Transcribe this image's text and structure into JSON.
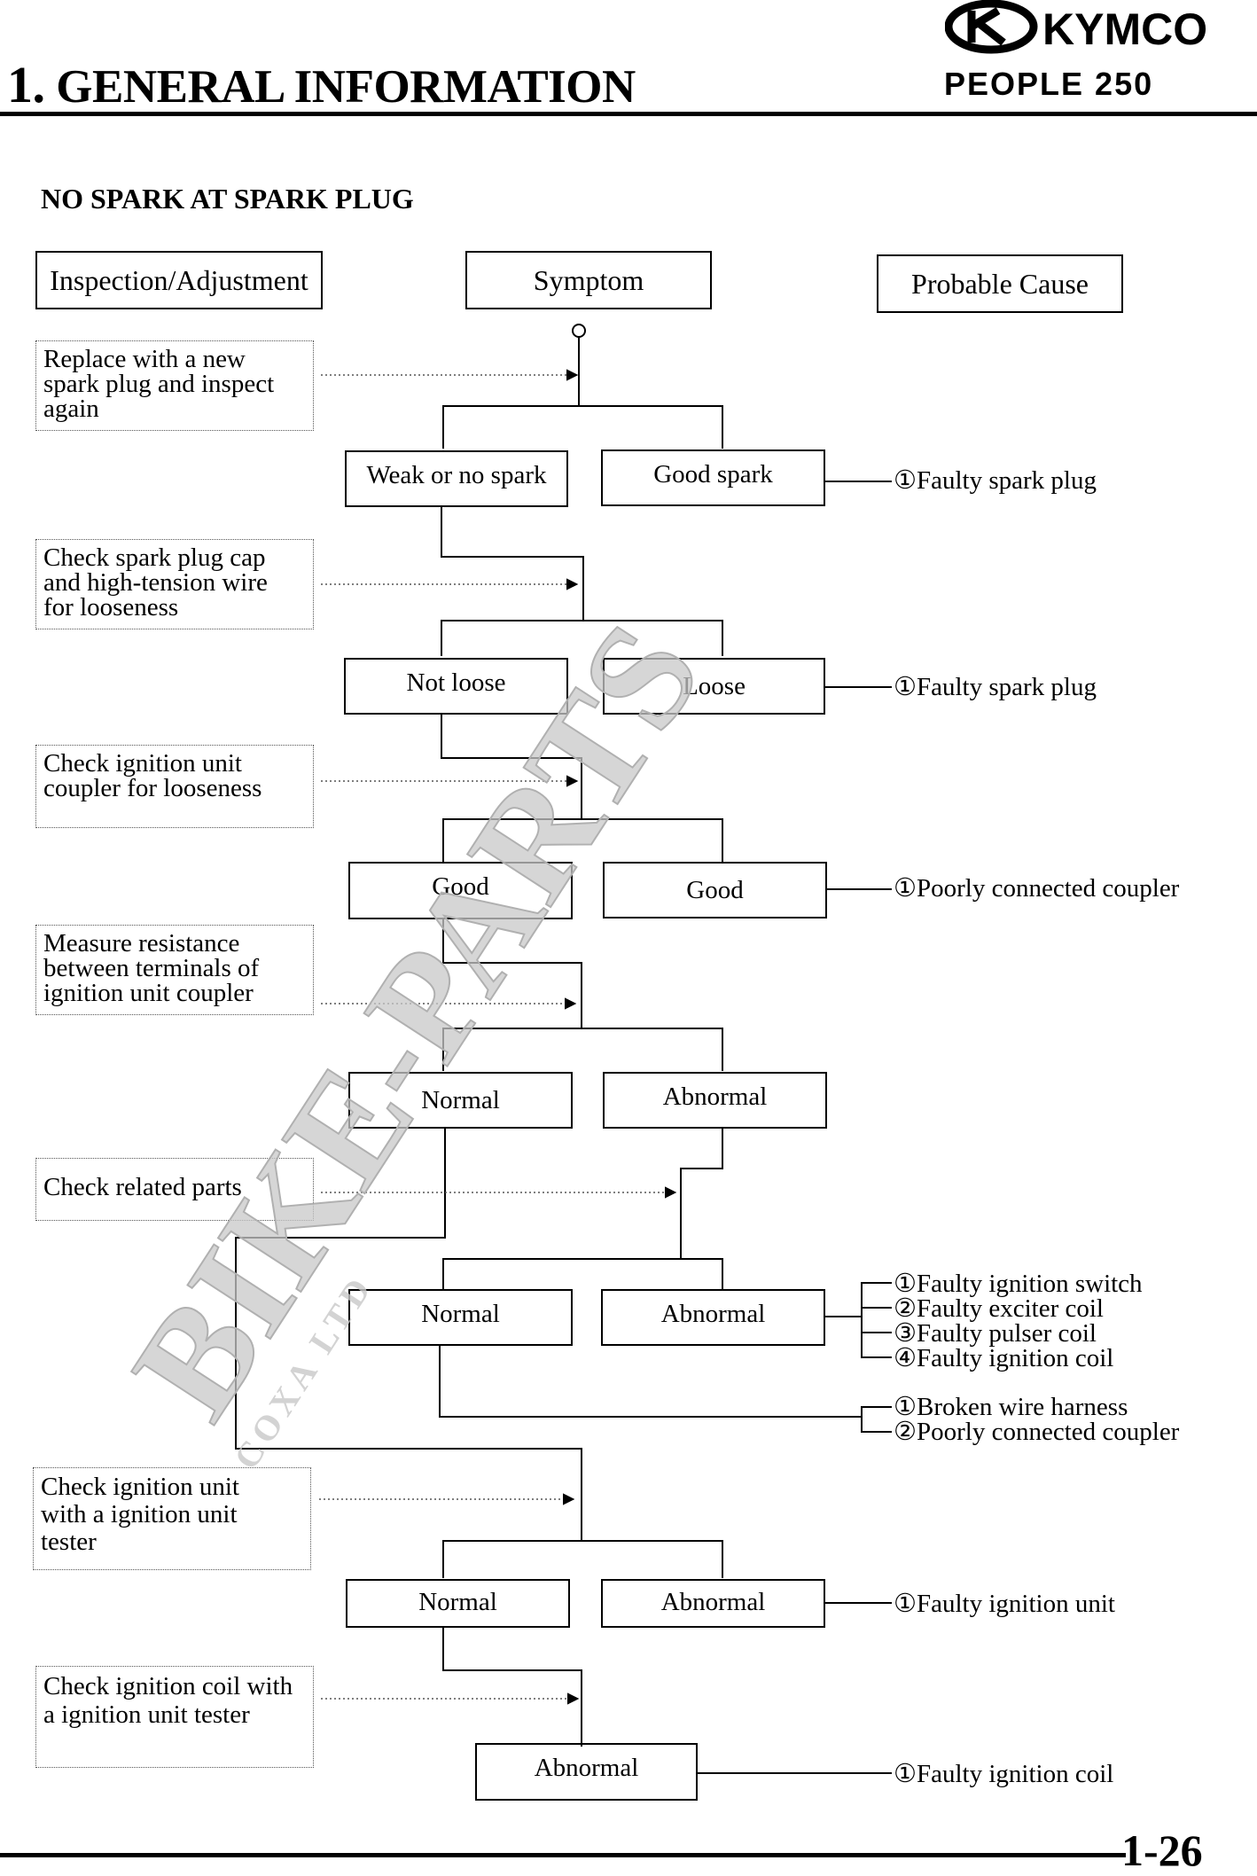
{
  "header": {
    "chapter_number": "1.",
    "chapter_title": "GENERAL INFORMATION",
    "brand": "KYMCO",
    "model": "PEOPLE 250"
  },
  "section_heading": "NO SPARK AT SPARK PLUG",
  "column_headers": {
    "inspection": "Inspection/Adjustment",
    "symptom": "Symptom",
    "cause": "Probable Cause"
  },
  "inspections": [
    [
      "Replace with a new",
      "spark plug and inspect",
      "again"
    ],
    [
      "Check spark plug cap",
      "and high-tension wire",
      "for looseness"
    ],
    [
      "Check ignition unit",
      "coupler for looseness"
    ],
    [
      "Measure resistance",
      "between terminals of",
      "ignition unit coupler"
    ],
    [
      "Check related parts"
    ],
    [
      "Check ignition unit",
      "with a ignition unit",
      "tester"
    ],
    [
      "Check ignition coil with",
      "a ignition unit tester"
    ]
  ],
  "symptoms": [
    "Weak or no spark",
    "Good spark",
    "Not loose",
    "Loose",
    "Good",
    "Good",
    "Normal",
    "Abnormal",
    "Normal",
    "Abnormal",
    "Normal",
    "Abnormal",
    "Abnormal"
  ],
  "causes": [
    [
      "①Faulty spark plug"
    ],
    [
      "①Faulty spark plug"
    ],
    [
      "①Poorly connected coupler"
    ],
    [
      "①Faulty ignition switch",
      "②Faulty exciter coil",
      "③Faulty pulser coil",
      "④Faulty ignition coil"
    ],
    [
      "①Broken wire harness",
      "②Poorly connected coupler"
    ],
    [
      "①Faulty ignition unit"
    ],
    [
      "①Faulty ignition coil"
    ]
  ],
  "watermark": {
    "main": "BIKE-PARTS",
    "sub": "COXA LTD",
    "color": "#c8c8c8"
  },
  "footer": {
    "page_number": "1-26"
  }
}
